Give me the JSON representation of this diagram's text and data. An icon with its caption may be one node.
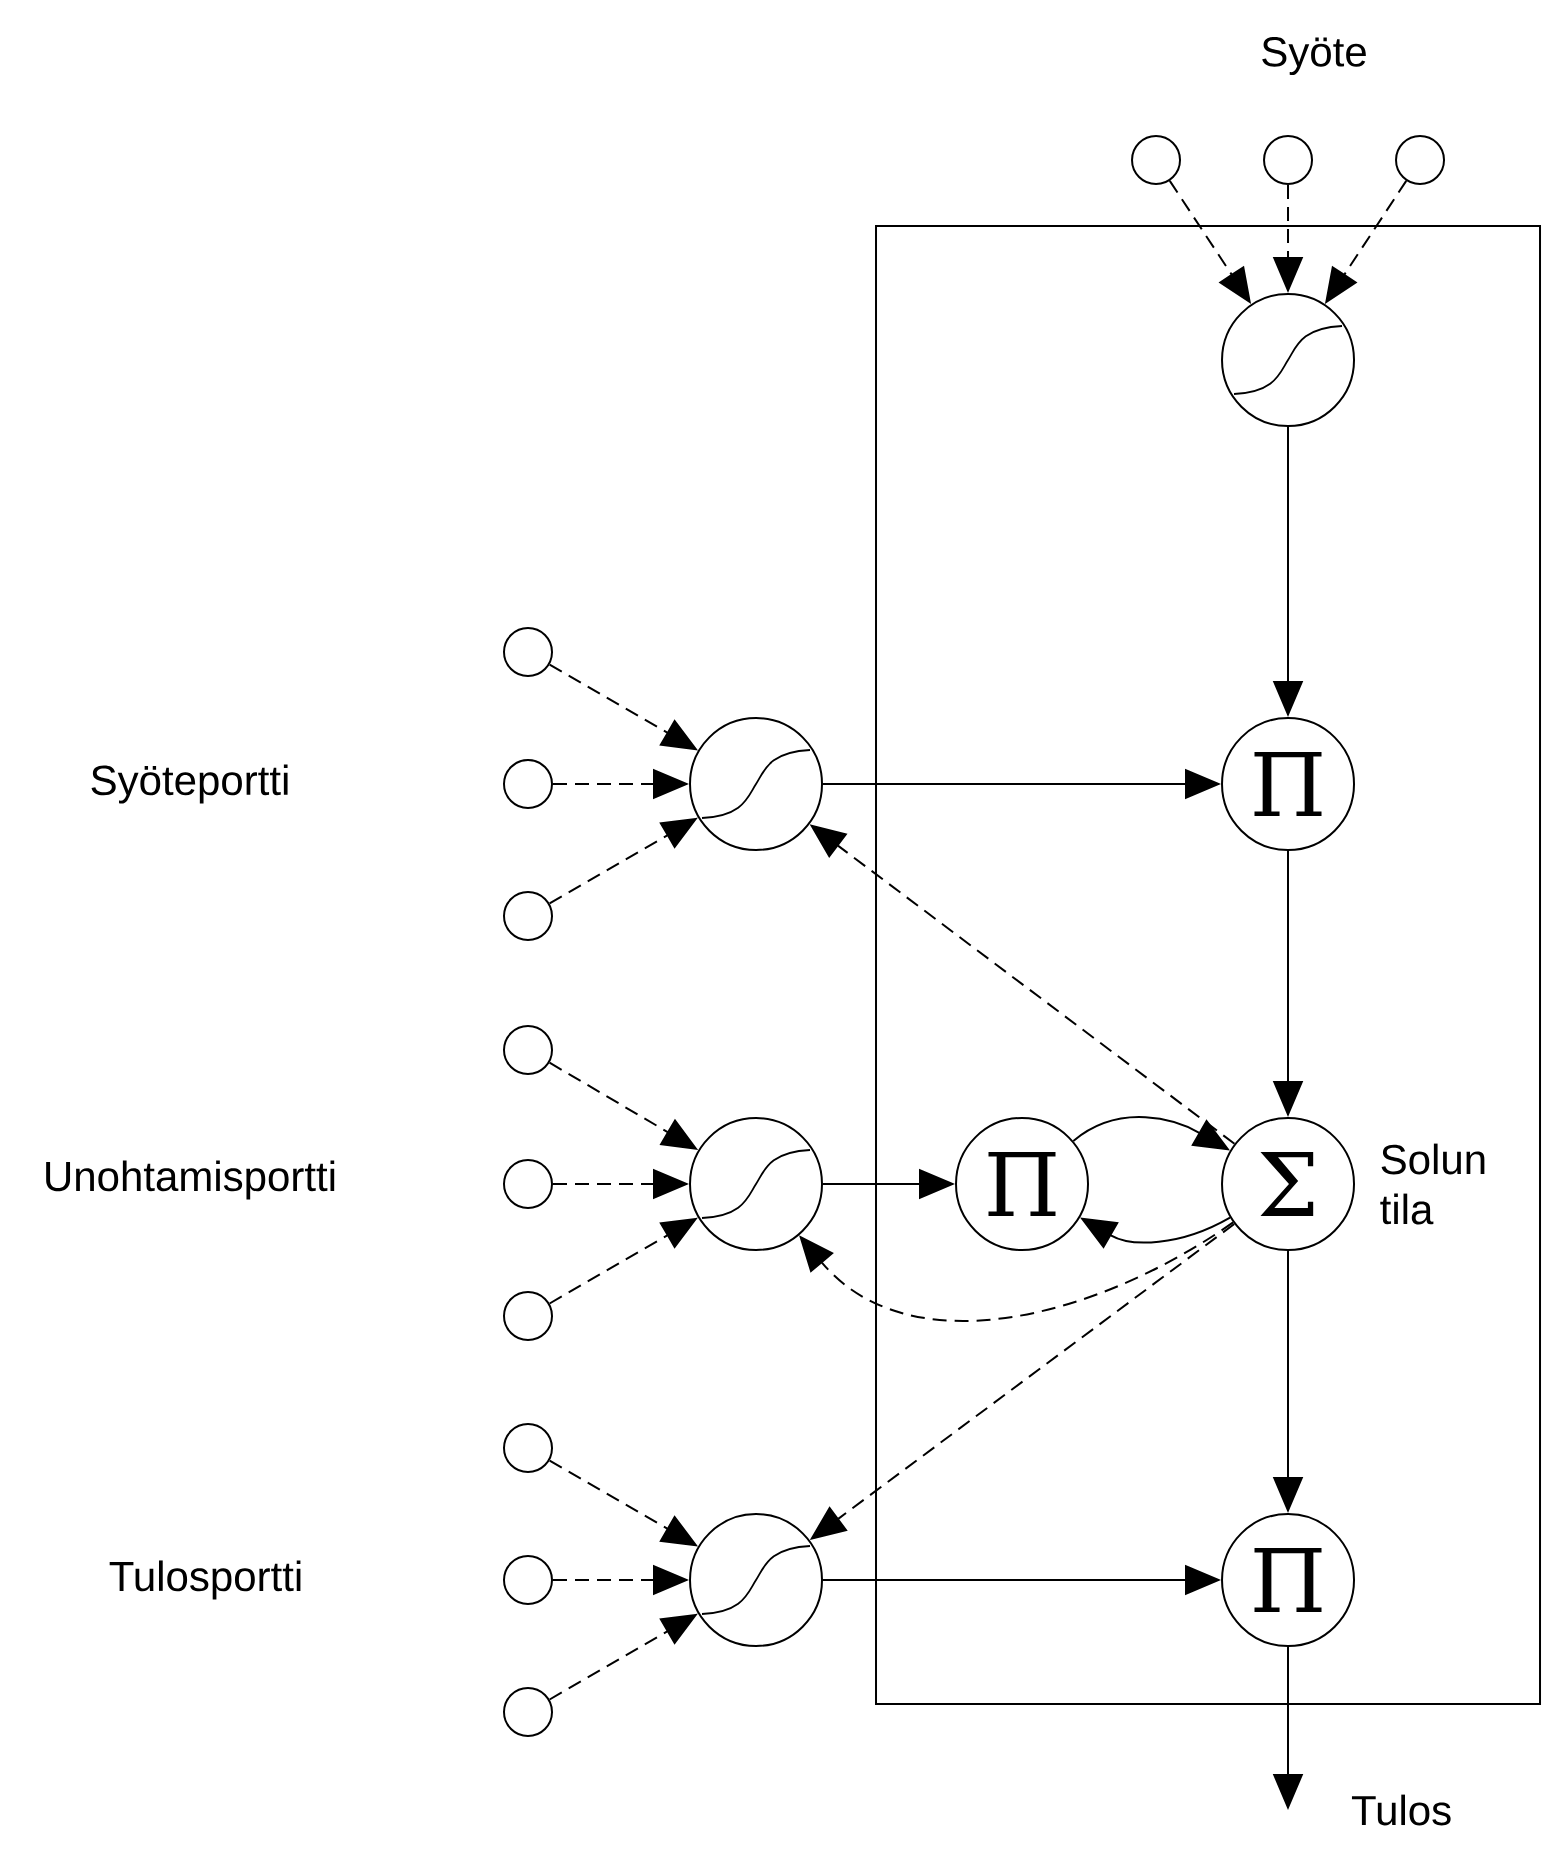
{
  "diagram": {
    "nodes": [
      {
        "text": [],
        "shape": "box"
      },
      {
        "text": [],
        "shape": "circle"
      },
      {
        "text": [],
        "shape": "circle"
      },
      {
        "text": [],
        "shape": "circle"
      },
      {
        "text": [],
        "shape": "circle",
        "in": 0
      },
      {
        "text": [],
        "shape": "circle"
      },
      {
        "text": [],
        "shape": "circle"
      },
      {
        "text": [],
        "shape": "circle"
      },
      {
        "text": [],
        "shape": "circle"
      },
      {
        "text": [
          "Π"
        ],
        "in": 0
      },
      {
        "text": [],
        "shape": "circle"
      },
      {
        "text": [],
        "shape": "circle"
      },
      {
        "text": [],
        "shape": "circle"
      },
      {
        "text": [],
        "shape": "circle"
      },
      {
        "text": [
          "Π"
        ],
        "in": 0
      },
      {
        "text": [
          "Σ"
        ],
        "in": 0,
        "beside": [
          "Solun tila"
        ]
      },
      {
        "text": [],
        "shape": "circle"
      },
      {
        "text": [],
        "shape": "circle"
      },
      {
        "text": [],
        "shape": "circle"
      },
      {
        "text": [],
        "shape": "circle"
      },
      {
        "text": [
          "Π"
        ],
        "in": 0
      }
    ],
    "edges": [
      {
        "from": 1,
        "to": 4,
        "arrow": "to",
        "style": "dashed"
      },
      {
        "from": 2,
        "to": 4,
        "arrow": "to",
        "style": "dashed"
      },
      {
        "from": 3,
        "to": 4,
        "arrow": "to",
        "style": "dashed"
      },
      {
        "from": 4,
        "to": 9,
        "arrow": "to"
      },
      {
        "from": 5,
        "to": 8,
        "arrow": "to",
        "style": "dashed"
      },
      {
        "from": 6,
        "to": 8,
        "arrow": "to",
        "style": "dashed"
      },
      {
        "from": 7,
        "to": 8,
        "arrow": "to",
        "style": "dashed"
      },
      {
        "from": 8,
        "to": 9,
        "arrow": "to"
      },
      {
        "from": 9,
        "to": 15,
        "arrow": "to"
      },
      {
        "from": 10,
        "to": 13,
        "arrow": "to",
        "style": "dashed"
      },
      {
        "from": 11,
        "to": 13,
        "arrow": "to",
        "style": "dashed"
      },
      {
        "from": 12,
        "to": 13,
        "arrow": "to",
        "style": "dashed"
      },
      {
        "from": 13,
        "to": 14,
        "arrow": "to"
      },
      {
        "from": 14,
        "to": 15,
        "arrow": "to"
      },
      {
        "from": 15,
        "to": 14,
        "arrow": "to"
      },
      {
        "from": 15,
        "to": 8,
        "arrow": "to",
        "style": "dashed"
      },
      {
        "from": 15,
        "to": 13,
        "arrow": "to",
        "style": "dashed"
      },
      {
        "from": 15,
        "to": 19,
        "arrow": "to",
        "style": "dashed"
      },
      {
        "from": 16,
        "to": 19,
        "arrow": "to",
        "style": "dashed"
      },
      {
        "from": 17,
        "to": 19,
        "arrow": "to",
        "style": "dashed"
      },
      {
        "from": 18,
        "to": 19,
        "arrow": "to",
        "style": "dashed"
      },
      {
        "from": 19,
        "to": 20,
        "arrow": "to"
      },
      {
        "from": 15,
        "to": 20,
        "arrow": "to"
      },
      {
        "from": 20,
        "to": null,
        "arrow": "to"
      }
    ],
    "labels": [
      "Syöte",
      "Syöteportti",
      "Unohtamisportti",
      "Tulosportti",
      "Tulos"
    ]
  }
}
